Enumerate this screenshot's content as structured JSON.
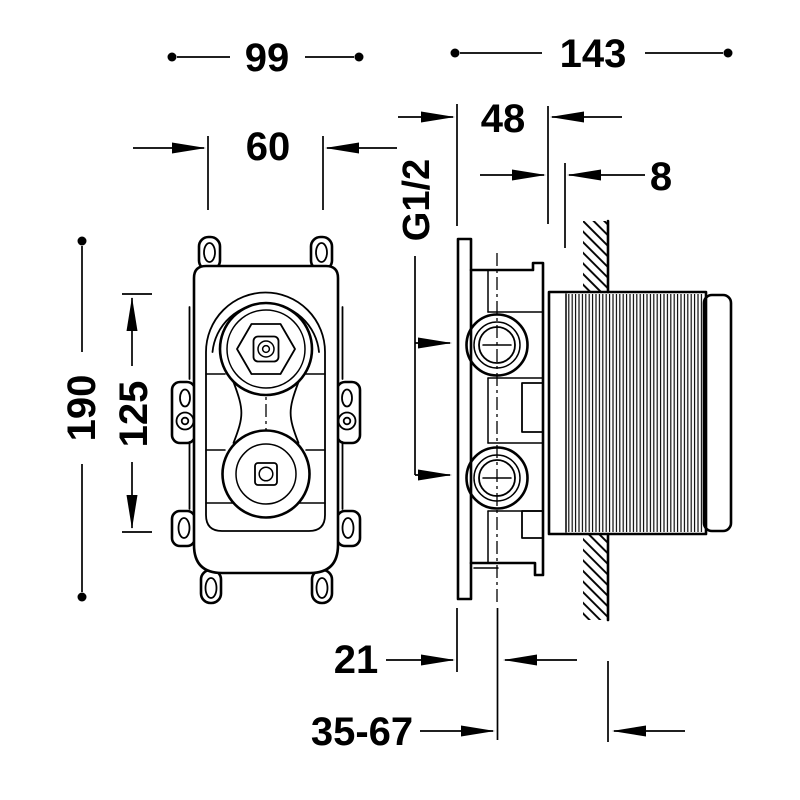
{
  "drawing": {
    "background": "#ffffff",
    "line_color": "#000000",
    "front_view": {
      "width_overall": "99",
      "body_width": "60",
      "height_overall": "190",
      "recess_height": "125"
    },
    "side_view": {
      "depth_overall": "143",
      "body_depth": "48",
      "wall_clearance": "8",
      "connection_thread": "G1/2",
      "axis_to_front": "21",
      "installation_depth_range": "35-67"
    }
  }
}
